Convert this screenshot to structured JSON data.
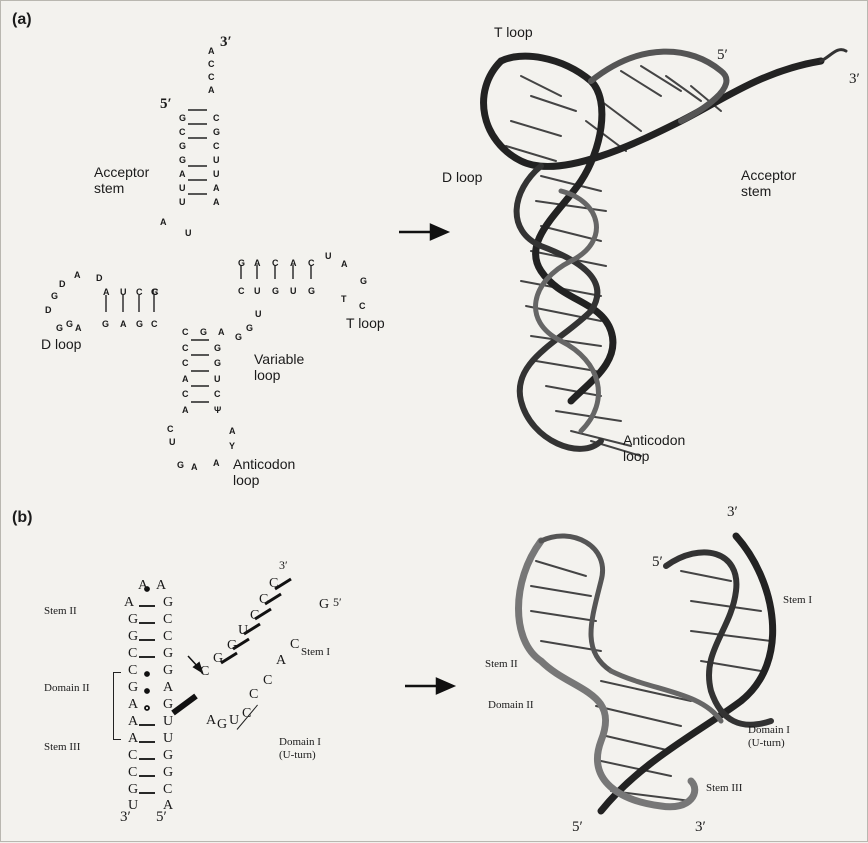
{
  "panel_a": {
    "label": "(a)",
    "secondary": {
      "acceptor_stem": "Acceptor\nstem",
      "d_loop": "D loop",
      "t_loop": "T loop",
      "variable_loop": "Variable\nloop",
      "anticodon_loop": "Anticodon\nloop",
      "end3": "3′",
      "end5": "5′"
    },
    "tertiary": {
      "t_loop": "T loop",
      "d_loop": "D loop",
      "acceptor_stem": "Acceptor\nstem",
      "anticodon_loop": "Anticodon\nloop",
      "end5": "5′",
      "end3": "3′"
    },
    "arrow": "→"
  },
  "panel_b": {
    "label": "(b)",
    "secondary": {
      "stem_ii": "Stem II",
      "domain_ii": "Domain II",
      "stem_iii": "Stem III",
      "stem_i": "Stem I",
      "domain_i": "Domain I\n(U-turn)",
      "end3_top": "3′",
      "end5_right": "5′",
      "end3_bottom": "3′",
      "end5_bottom": "5′"
    },
    "tertiary": {
      "stem_ii": "Stem II",
      "domain_ii": "Domain II",
      "stem_i": "Stem I",
      "domain_i": "Domain I\n(U-turn)",
      "stem_iii": "Stem III",
      "end3_top": "3′",
      "end5_top": "5′",
      "end5_bottom": "5′",
      "end3_bottom": "3′"
    },
    "arrow": "→"
  },
  "nucleotides_a": [
    [
      "A",
      207,
      45
    ],
    [
      "C",
      207,
      58
    ],
    [
      "C",
      207,
      71
    ],
    [
      "A",
      207,
      84
    ],
    [
      "G",
      178,
      112
    ],
    [
      "C",
      212,
      112
    ],
    [
      "C",
      178,
      126
    ],
    [
      "G",
      212,
      126
    ],
    [
      "G",
      178,
      140
    ],
    [
      "C",
      212,
      140
    ],
    [
      "G",
      178,
      154
    ],
    [
      "U",
      212,
      154
    ],
    [
      "A",
      178,
      168
    ],
    [
      "U",
      212,
      168
    ],
    [
      "U",
      178,
      182
    ],
    [
      "A",
      212,
      182
    ],
    [
      "U",
      178,
      196
    ],
    [
      "A",
      212,
      196
    ],
    [
      "A",
      159,
      216
    ],
    [
      "U",
      184,
      227
    ],
    [
      "G",
      237,
      257
    ],
    [
      "A",
      253,
      257
    ],
    [
      "C",
      271,
      257
    ],
    [
      "A",
      289,
      257
    ],
    [
      "C",
      307,
      257
    ],
    [
      "U",
      324,
      250
    ],
    [
      "A",
      340,
      258
    ],
    [
      "C",
      237,
      285
    ],
    [
      "U",
      253,
      285
    ],
    [
      "G",
      271,
      285
    ],
    [
      "U",
      289,
      285
    ],
    [
      "G",
      307,
      285
    ],
    [
      "G",
      359,
      275
    ],
    [
      "T",
      340,
      293
    ],
    [
      "C",
      358,
      300
    ],
    [
      "C",
      151,
      286
    ],
    [
      "U",
      119,
      286
    ],
    [
      "C",
      135,
      286
    ],
    [
      "G",
      150,
      286
    ],
    [
      "A",
      102,
      286
    ],
    [
      "D",
      95,
      272
    ],
    [
      "A",
      73,
      269
    ],
    [
      "D",
      58,
      278
    ],
    [
      "G",
      50,
      290
    ],
    [
      "D",
      44,
      304
    ],
    [
      "G",
      55,
      322
    ],
    [
      "G",
      65,
      318
    ],
    [
      "A",
      74,
      322
    ],
    [
      "G",
      101,
      318
    ],
    [
      "A",
      119,
      318
    ],
    [
      "G",
      135,
      318
    ],
    [
      "C",
      150,
      318
    ],
    [
      "C",
      181,
      326
    ],
    [
      "G",
      199,
      326
    ],
    [
      "A",
      217,
      326
    ],
    [
      "G",
      234,
      331
    ],
    [
      "G",
      245,
      322
    ],
    [
      "U",
      254,
      308
    ],
    [
      "C",
      181,
      342
    ],
    [
      "G",
      213,
      342
    ],
    [
      "C",
      181,
      357
    ],
    [
      "G",
      213,
      357
    ],
    [
      "A",
      181,
      373
    ],
    [
      "U",
      213,
      373
    ],
    [
      "C",
      181,
      388
    ],
    [
      "C",
      213,
      388
    ],
    [
      "A",
      181,
      404
    ],
    [
      "Ψ",
      213,
      404
    ],
    [
      "C",
      166,
      423
    ],
    [
      "A",
      228,
      425
    ],
    [
      "U",
      168,
      436
    ],
    [
      "Y",
      228,
      440
    ],
    [
      "G",
      176,
      459
    ],
    [
      "A",
      190,
      461
    ],
    [
      "A",
      212,
      457
    ]
  ],
  "nucleotides_b": [
    [
      "A",
      137,
      577
    ],
    [
      "A",
      155,
      577
    ],
    [
      "A",
      123,
      594
    ],
    [
      "G",
      162,
      594
    ],
    [
      "G",
      127,
      611
    ],
    [
      "C",
      162,
      611
    ],
    [
      "G",
      127,
      628
    ],
    [
      "C",
      162,
      628
    ],
    [
      "C",
      127,
      645
    ],
    [
      "G",
      162,
      645
    ],
    [
      "C",
      127,
      662
    ],
    [
      "G",
      162,
      662
    ],
    [
      "G",
      127,
      679
    ],
    [
      "A",
      162,
      679
    ],
    [
      "A",
      127,
      696
    ],
    [
      "G",
      162,
      696
    ],
    [
      "A",
      127,
      713
    ],
    [
      "U",
      162,
      713
    ],
    [
      "A",
      127,
      730
    ],
    [
      "U",
      162,
      730
    ],
    [
      "C",
      127,
      747
    ],
    [
      "G",
      162,
      747
    ],
    [
      "C",
      127,
      764
    ],
    [
      "G",
      162,
      764
    ],
    [
      "G",
      127,
      781
    ],
    [
      "C",
      162,
      781
    ],
    [
      "U",
      127,
      797
    ],
    [
      "A",
      162,
      797
    ],
    [
      "C",
      268,
      575
    ],
    [
      "C",
      258,
      591
    ],
    [
      "G",
      318,
      596
    ],
    [
      "C",
      249,
      607
    ],
    [
      "U",
      237,
      622
    ],
    [
      "C",
      289,
      636
    ],
    [
      "G",
      226,
      637
    ],
    [
      "G",
      212,
      650
    ],
    [
      "C",
      199,
      663
    ],
    [
      "A",
      275,
      652
    ],
    [
      "C",
      262,
      672
    ],
    [
      "C",
      248,
      686
    ],
    [
      "A",
      205,
      712
    ],
    [
      "G",
      216,
      716
    ],
    [
      "U",
      228,
      712
    ],
    [
      "C",
      241,
      705
    ]
  ]
}
